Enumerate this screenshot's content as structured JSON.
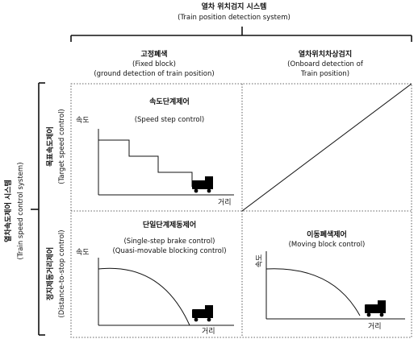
{
  "top": {
    "title_ko": "열차 위치검지 시스템",
    "title_en": "(Train position detection system)"
  },
  "columns": [
    {
      "title_ko": "고정폐색",
      "line1": "(Fixed block)",
      "line2": "(ground detection of train position)"
    },
    {
      "title_ko": "열차위치차상검지",
      "line1": "(Onboard detection of",
      "line2": "Train position)"
    }
  ],
  "left": {
    "title_ko": "열차속도제어 시스템",
    "title_en": "(Train speed control system)"
  },
  "rows": [
    {
      "label_ko": "목표속도제어",
      "label_en": "(Target speed control)"
    },
    {
      "label_ko": "정지제동거리제어",
      "label_en": "(Distance-to-stop control)"
    }
  ],
  "cells": {
    "speed_step": {
      "title_ko": "속도단계제어",
      "title_en": "(Speed step control)",
      "ylabel": "속도",
      "xlabel": "거리"
    },
    "single_step": {
      "title_ko": "단일단계제동제어",
      "line1": "(Single-step brake control)",
      "line2": "(Quasi-movable blocking control)",
      "ylabel": "속도"
    },
    "moving_block": {
      "title_ko": "이동폐색제어",
      "title_en": "(Moving block control)",
      "ylabel": "속도",
      "xlabel": "거리"
    },
    "bottom_left_xlabel": "거리"
  },
  "icons": {
    "train": "train-icon"
  }
}
